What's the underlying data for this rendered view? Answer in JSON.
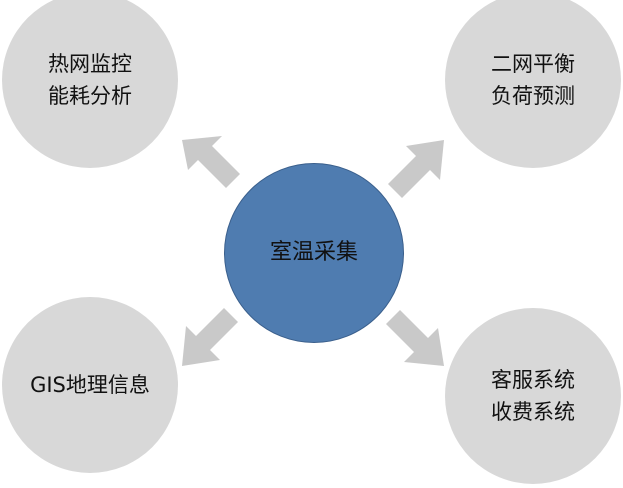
{
  "center": {
    "label": "室温采集"
  },
  "nodes": [
    {
      "label": "热网监控\n能耗分析"
    },
    {
      "label": "二网平衡\n负荷预测"
    },
    {
      "label": "GIS地理信息"
    },
    {
      "label": "客服系统\n收费系统"
    }
  ],
  "colors": {
    "center": "#4f7cb0",
    "node": "#d8d8d8",
    "arrow": "#c9c9c9"
  }
}
